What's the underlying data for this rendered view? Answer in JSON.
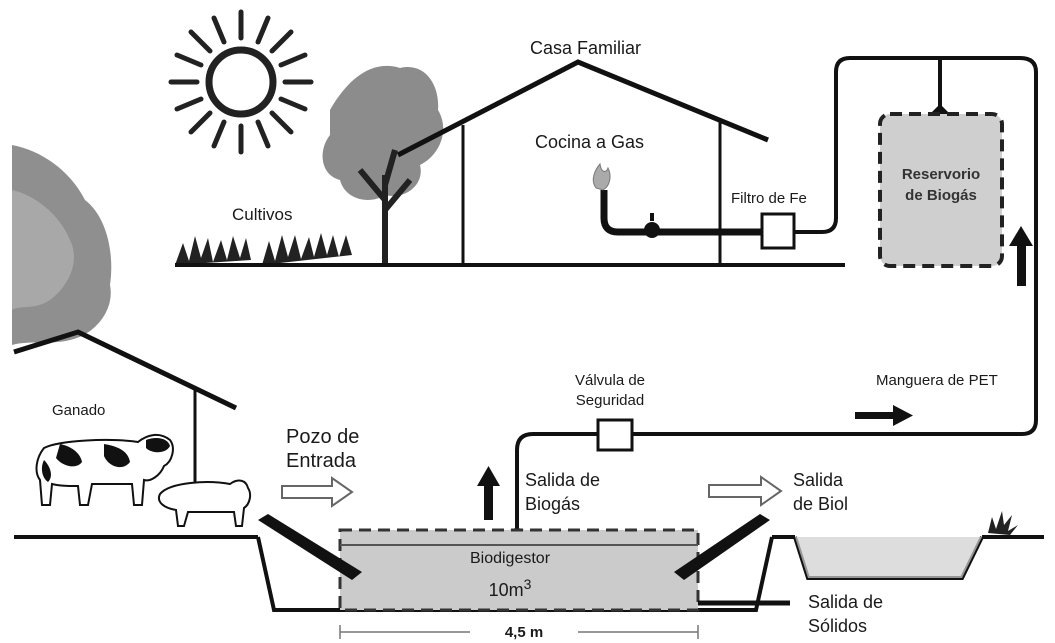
{
  "labels": {
    "house": "Casa Familiar",
    "stove": "Cocina a Gas",
    "crops": "Cultivos",
    "iron_filter": "Filtro de Fe",
    "reservoir_line1": "Reservorio",
    "reservoir_line2": "de Biogás",
    "pet_hose": "Manguera de PET",
    "valve_line1": "Válvula de",
    "valve_line2": "Seguridad",
    "livestock": "Ganado",
    "inlet_line1": "Pozo de",
    "inlet_line2": "Entrada",
    "biogas_out_line1": "Salida de",
    "biogas_out_line2": "Biogás",
    "biol_out_line1": "Salida",
    "biol_out_line2": "de Biol",
    "digester": "Biodigestor",
    "volume": "10m",
    "volume_exp": "3",
    "solids_out_line1": "Salida de",
    "solids_out_line2": "Sólidos",
    "length": "4,5 m"
  },
  "colors": {
    "line": "#111111",
    "tank_fill": "#c9c9c9",
    "foliage": "#8c8c8c",
    "sun": "#222222"
  },
  "icons": [
    "sun-icon",
    "tree-icon",
    "cow-icon",
    "pig-icon",
    "flame-icon",
    "up-arrow-icon",
    "right-arrow-icon",
    "hollow-arrow-icon"
  ]
}
